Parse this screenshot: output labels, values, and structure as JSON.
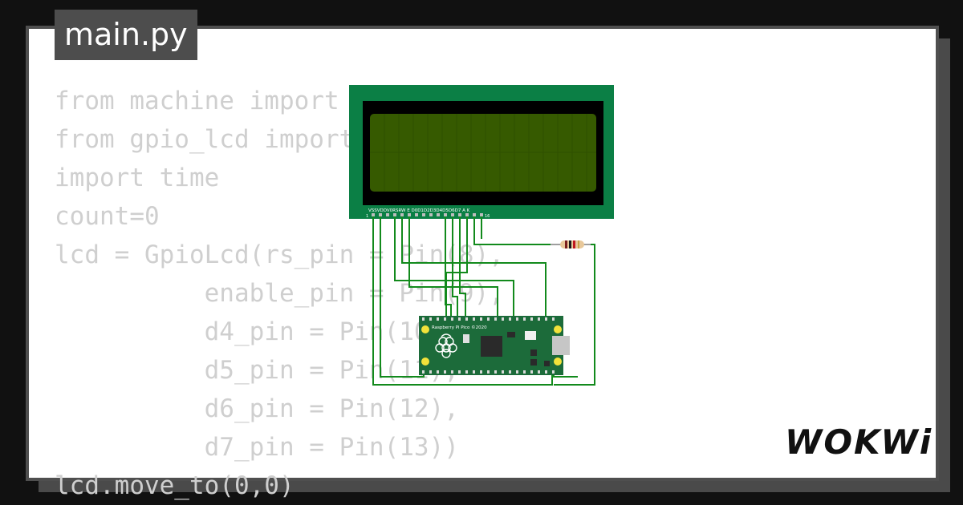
{
  "editor": {
    "tab_label": "main.py",
    "code_lines": [
      "from machine import Pin",
      "from gpio_lcd import GpioLcd",
      "import time",
      "count=0",
      "lcd = GpioLcd(rs_pin = Pin(8),",
      "          enable_pin = Pin(9),",
      "          d4_pin = Pin(10),",
      "          d5_pin = Pin(11),",
      "          d6_pin = Pin(12),",
      "          d7_pin = Pin(13))",
      "lcd.move_to(0,0)"
    ]
  },
  "diagram": {
    "lcd_pin_labels": "VSSVDDV0RSRW E D0D1D2D3D4D5D6D7 A K",
    "lcd_pin_first": "1",
    "lcd_pin_last": "16",
    "pico_label": "Raspberry Pi Pico ©2020",
    "colors": {
      "lcd_board": "#0b7f45",
      "lcd_screen": "#365a00",
      "wire": "#128a1c",
      "pico_board": "#1c6b3a"
    }
  },
  "brand": {
    "logo_text": "WOKWi"
  }
}
